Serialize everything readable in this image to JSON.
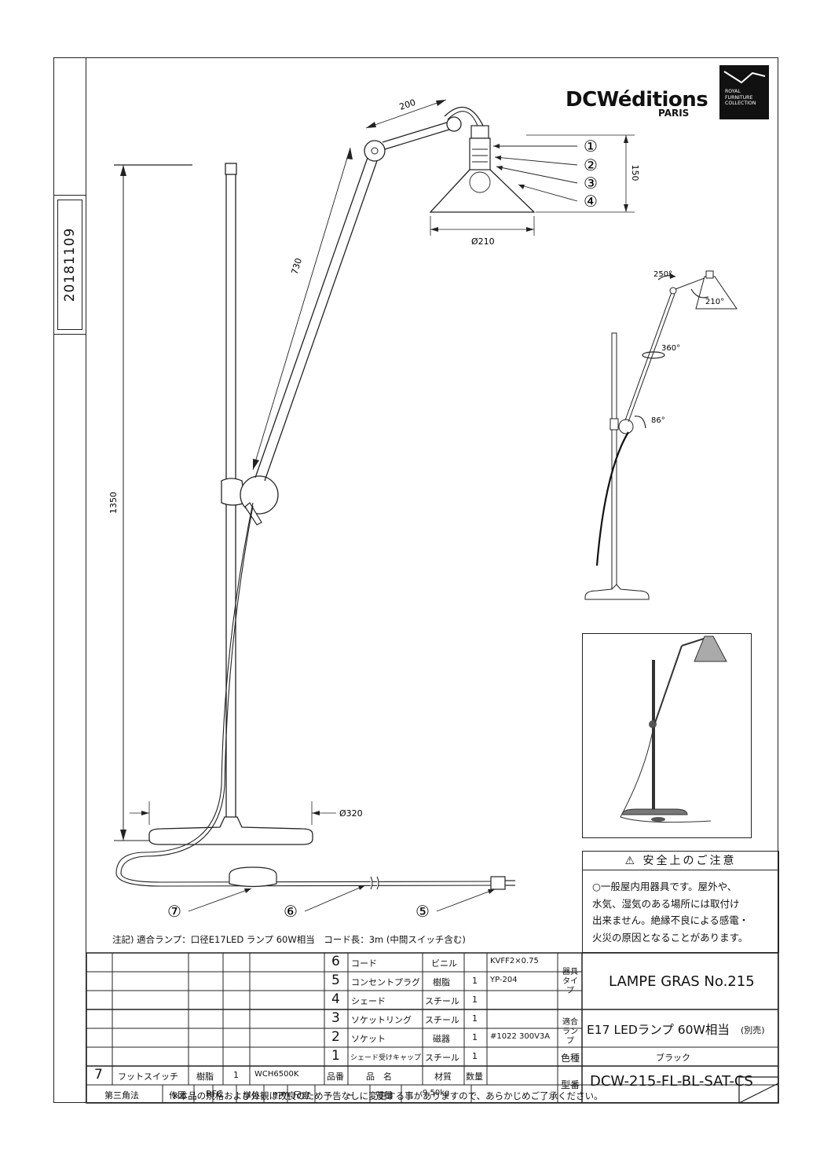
{
  "date_stamp": "20181109",
  "logo": {
    "main": "DCWéditions",
    "sub": "PARIS",
    "badge": [
      "ROYAL",
      "FURNITURE",
      "COLLECTION"
    ]
  },
  "dimensions": {
    "arm_upper": "200",
    "shade_height": "150",
    "shade_diameter": "Ø210",
    "arm_lower": "730",
    "height": "1350",
    "base": "Ø320"
  },
  "angles": {
    "a1": "250°",
    "a2": "210°",
    "a3": "360°",
    "a4": "86°"
  },
  "callouts": [
    "①",
    "②",
    "③",
    "④",
    "⑦",
    "⑥",
    "⑤"
  ],
  "safety": {
    "title": "安全上のご注意",
    "lines": [
      "○一般屋内用器具です。屋外や、",
      "水気、湿気のある場所には取付け",
      "出来ません。絶縁不良による感電・",
      "火災の原因となることがあります。"
    ]
  },
  "note": "注記) 適合ランプ：口径E17LED ランプ 60W相当　コード長：3m (中間スイッチ含む)",
  "parts": [
    {
      "no": "6",
      "name": "コード",
      "material": "ビニル",
      "qty": "",
      "spec": "KVFF2×0.75"
    },
    {
      "no": "5",
      "name": "コンセントプラグ",
      "material": "樹脂",
      "qty": "1",
      "spec": "YP-204"
    },
    {
      "no": "4",
      "name": "シェード",
      "material": "スチール",
      "qty": "1",
      "spec": ""
    },
    {
      "no": "3",
      "name": "ソケットリング",
      "material": "スチール",
      "qty": "1",
      "spec": ""
    },
    {
      "no": "2",
      "name": "ソケット",
      "material": "磁器",
      "qty": "1",
      "spec": "#1022 300V3A"
    },
    {
      "no": "1",
      "name": "シェード受けキャップ",
      "material": "スチール",
      "qty": "1",
      "spec": ""
    }
  ],
  "part7": {
    "no": "7",
    "name": "フットスイッチ",
    "material": "樹脂",
    "qty": "1",
    "spec": "WCH6500K"
  },
  "headers": {
    "no": "品番",
    "name": "品　名",
    "material": "材質",
    "qty": "数量"
  },
  "footer_row": {
    "projection": "第三角法",
    "drawn_label": "作図",
    "drawn": "RFC",
    "unit_label": "単位",
    "unit": "mm",
    "scale_label": "尺度",
    "scale": "ー",
    "mass_label": "質量",
    "mass": "9.50kg"
  },
  "right_block": {
    "type_label": "器具タイプ",
    "type_value": "LAMPE GRAS No.215",
    "lamp_label": "適合ランプ",
    "lamp_value": "E17 LEDランプ 60W相当",
    "lamp_suffix": "(別売)",
    "color_label": "色種",
    "color_value": "ブラック",
    "model_label": "型番",
    "model_value": "DCW-215-FL-BL-SAT-CS"
  },
  "bottom_note": "※本品の規格および外観は改良のため予告なしに変更する事がありますので、あらかじめご了承ください。"
}
